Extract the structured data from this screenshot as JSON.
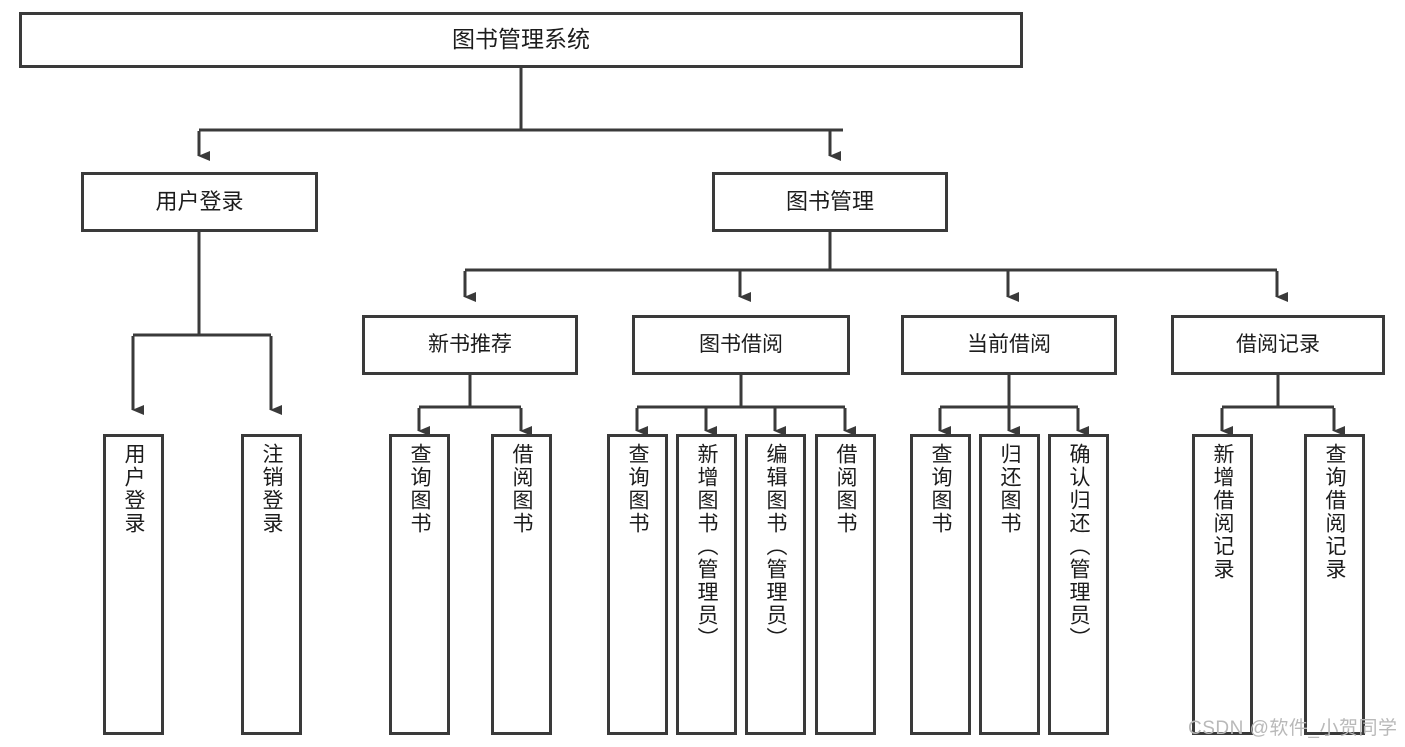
{
  "diagram": {
    "title": "图书管理系统",
    "type": "hierarchy-tree",
    "watermark": "CSDN @软件_小贺同学",
    "colors": {
      "stroke": "#3a3a3a",
      "fill": "#ffffff",
      "text": "#1c1c1c",
      "watermark": "#b9b9b9"
    },
    "root": {
      "label": "图书管理系统"
    },
    "level2": [
      {
        "label": "用户登录"
      },
      {
        "label": "图书管理"
      }
    ],
    "level3": [
      {
        "label": "新书推荐"
      },
      {
        "label": "图书借阅"
      },
      {
        "label": "当前借阅"
      },
      {
        "label": "借阅记录"
      }
    ],
    "leaves": {
      "user_login": [
        {
          "label": "用户登录"
        },
        {
          "label": "注销登录"
        }
      ],
      "new_book_recommend": [
        {
          "label": "查询图书"
        },
        {
          "label": "借阅图书"
        }
      ],
      "book_borrow": [
        {
          "label": "查询图书"
        },
        {
          "label": "新增图书（管理员）"
        },
        {
          "label": "编辑图书（管理员）"
        },
        {
          "label": "借阅图书"
        }
      ],
      "current_borrow": [
        {
          "label": "查询图书"
        },
        {
          "label": "归还图书"
        },
        {
          "label": "确认归还（管理员）"
        }
      ],
      "borrow_record": [
        {
          "label": "新增借阅记录"
        },
        {
          "label": "查询借阅记录"
        }
      ]
    }
  }
}
